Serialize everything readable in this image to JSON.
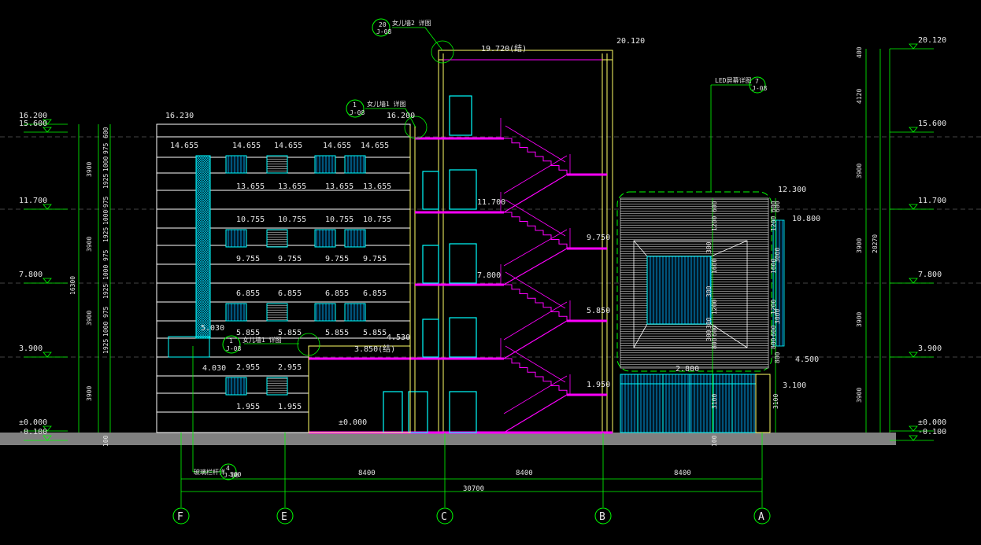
{
  "colors": {
    "background": "#000000",
    "green": "#00ff00",
    "cyan": "#00ffff",
    "magenta": "#ff00ff",
    "white": "#ffffff",
    "yellow": "#ffff66",
    "gray": "#808080"
  },
  "axes": [
    "F",
    "E",
    "C",
    "B",
    "A"
  ],
  "bay_dims": [
    "8400",
    "8400",
    "8400"
  ],
  "total_dim": "30700",
  "left_levels": [
    "16.200",
    "15.600",
    "11.700",
    "7.800",
    "3.900",
    "±0.000",
    "-0.100"
  ],
  "right_levels": [
    "20.120",
    "15.600",
    "11.700",
    "7.800",
    "3.900",
    "±0.000",
    "-0.100"
  ],
  "left_dims_inner": [
    "600",
    "975",
    "1000",
    "1925",
    "975",
    "1000",
    "1925",
    "975",
    "1000",
    "1925",
    "975",
    "1000",
    "1925",
    "100"
  ],
  "left_dims_mid": [
    "3900",
    "3900",
    "3900",
    "3900"
  ],
  "left_dim_total": "16300",
  "right_dims_mid": [
    "400",
    "4120",
    "3900",
    "3900",
    "3900",
    "3900"
  ],
  "right_dim_total": "20270",
  "panel_dims": [
    "600",
    "1200",
    "1600",
    "1200",
    "600",
    "800",
    "3100",
    "100"
  ],
  "panel_dims_left": [
    "600",
    "1200",
    "1600",
    "1200",
    "600",
    "800"
  ],
  "panel_dims_small": [
    "300",
    "300",
    "300",
    "300"
  ],
  "panel_dims_right": [
    "600",
    "3000",
    "3000",
    "800"
  ],
  "window_levels_top": [
    "14.655",
    "14.655",
    "14.655",
    "14.655",
    "14.655"
  ],
  "window_levels_top_bottom": [
    "13.655",
    "13.655",
    "13.655",
    "13.655"
  ],
  "window_levels_r3_top": [
    "10.755",
    "10.755",
    "10.755",
    "10.755"
  ],
  "window_levels_r3_bottom": [
    "9.755",
    "9.755",
    "9.755",
    "9.755"
  ],
  "window_levels_r2_top": [
    "6.855",
    "6.855",
    "6.855",
    "6.855"
  ],
  "window_levels_r2_bottom": [
    "5.855",
    "5.855",
    "5.855",
    "5.855"
  ],
  "window_levels_r1_top": [
    "2.955",
    "2.955"
  ],
  "window_levels_r1_bottom": [
    "1.955",
    "1.955"
  ],
  "misc_levels": {
    "roof_left": "16.230",
    "parapet_mid": "16.200",
    "roof_stair": "19.720(结)",
    "roof_stair_top": "20.120",
    "low_roof": "3.850(结)",
    "low_roof_top": "4.530",
    "canopy": "5.030",
    "canopy_low": "4.030",
    "floor_ground": "±0.000",
    "stair_11": "11.700",
    "stair_9": "9.750",
    "stair_7": "7.800",
    "stair_5": "5.850",
    "stair_1": "1.950",
    "panel_top": "12.300",
    "panel_mid": "10.800",
    "panel_low": "4.500",
    "shop_top": "3.100",
    "shop_width": "2.800"
  },
  "callouts": {
    "top_detail_num": "20",
    "top_detail_sheet": "J-08",
    "top_detail_text": "女儿墙2 详图",
    "parapet_detail_num": "1",
    "parapet_detail_sheet": "J-08",
    "parapet_detail_text": "女儿墙1 详图",
    "low_detail_num": "1",
    "low_detail_sheet": "J-08",
    "low_detail_text": "女儿墙1 详图",
    "led_text": "LED屏幕详图",
    "led_num": "7",
    "led_sheet": "J-08",
    "canopy_text": "玻璃栏杆详",
    "canopy_num": "4",
    "canopy_sheet": "J-08",
    "canopy_dim": "500"
  }
}
